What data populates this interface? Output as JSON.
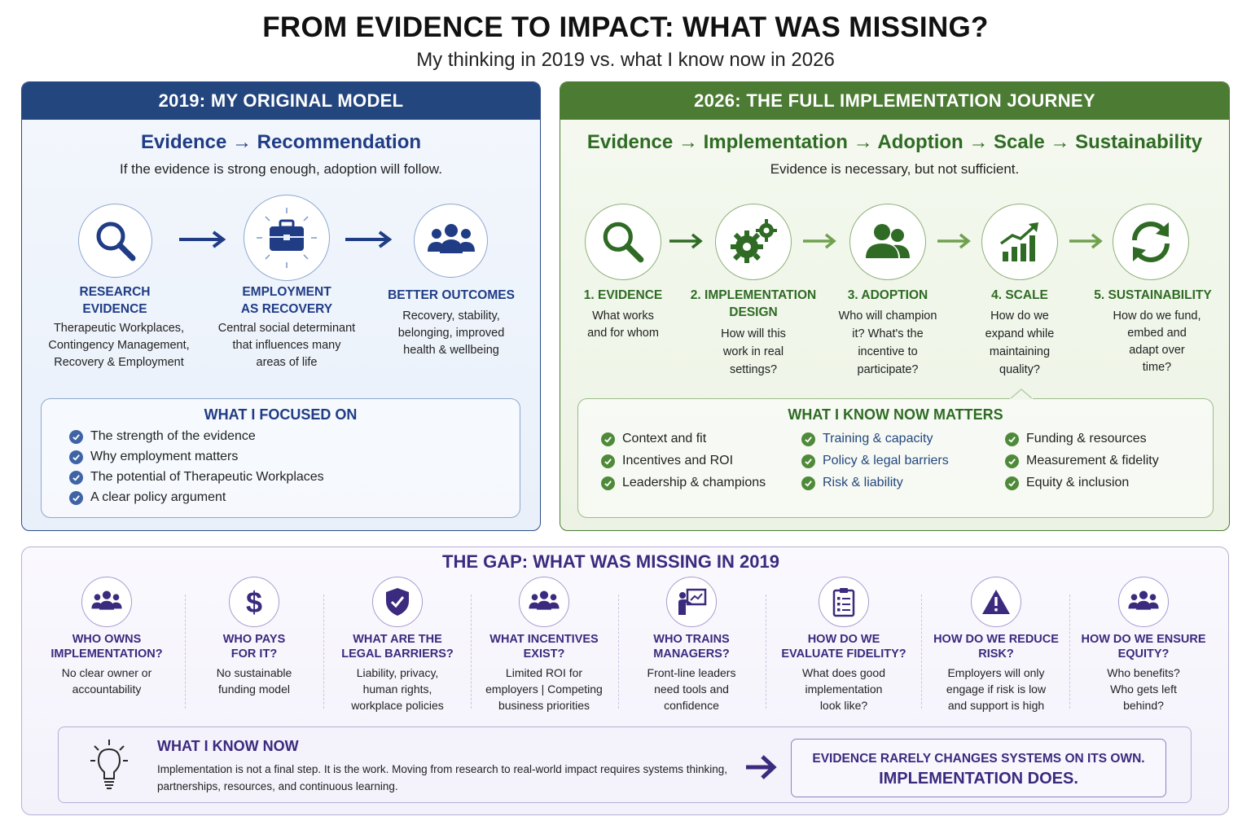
{
  "header": {
    "title": "FROM EVIDENCE TO IMPACT: WHAT WAS MISSING?",
    "subtitle": "My thinking in 2019 vs. what I know now in 2026"
  },
  "colors": {
    "blue_primary": "#24467f",
    "green_primary": "#4c7b34",
    "purple_primary": "#3b2a7e"
  },
  "left_panel": {
    "title": "2019: MY ORIGINAL MODEL",
    "flow": {
      "from": "Evidence",
      "arrow": "→",
      "to": "Recommendation"
    },
    "tagline": "If the evidence is strong enough, adoption will follow.",
    "stages": [
      {
        "icon": "magnifier-icon",
        "title_line1": "RESEARCH",
        "title_line2": "EVIDENCE",
        "desc_line1": "Therapeutic Workplaces,",
        "desc_line2": "Contingency Management,",
        "desc_line3": "Recovery & Employment"
      },
      {
        "icon": "briefcase-icon",
        "title_line1": "EMPLOYMENT",
        "title_line2": "AS RECOVERY",
        "desc_line1": "Central social determinant",
        "desc_line2": "that influences many",
        "desc_line3": "areas of life"
      },
      {
        "icon": "people-icon",
        "title_line1": "BETTER OUTCOMES",
        "desc_line1": "Recovery, stability,",
        "desc_line2": "belonging, improved",
        "desc_line3": "health & wellbeing"
      }
    ],
    "focus": {
      "title": "WHAT I FOCUSED ON",
      "items": [
        "The strength of the evidence",
        "Why employment matters",
        "The potential of Therapeutic Workplaces",
        "A clear policy argument"
      ]
    }
  },
  "right_panel": {
    "title": "2026: THE FULL IMPLEMENTATION JOURNEY",
    "flow": [
      "Evidence",
      "Implementation",
      "Adoption",
      "Scale",
      "Sustainability"
    ],
    "flow_arrow": "→",
    "tagline": "Evidence is necessary, but not sufficient.",
    "stages": [
      {
        "icon": "magnifier-icon",
        "title_line1": "1. EVIDENCE",
        "desc": [
          "What works",
          "and for whom"
        ]
      },
      {
        "icon": "gears-icon",
        "title_line1": "2. IMPLEMENTATION",
        "title_line2": "DESIGN",
        "desc": [
          "How will this",
          "work in real",
          "settings?"
        ]
      },
      {
        "icon": "people-icon",
        "title_line1": "3. ADOPTION",
        "desc": [
          "Who will champion",
          "it? What's the",
          "incentive to",
          "participate?"
        ]
      },
      {
        "icon": "growth-chart-icon",
        "title_line1": "4. SCALE",
        "desc": [
          "How do we",
          "expand while",
          "maintaining",
          "quality?"
        ]
      },
      {
        "icon": "cycle-arrows-icon",
        "title_line1": "5. SUSTAINABILITY",
        "desc": [
          "How do we fund,",
          "embed and",
          "adapt over",
          "time?"
        ]
      }
    ],
    "matters": {
      "title": "WHAT I KNOW NOW MATTERS",
      "col1": [
        "Context and fit",
        "Incentives and ROI",
        "Leadership & champions"
      ],
      "col2": [
        "Training & capacity",
        "Policy & legal barriers",
        "Risk & liability"
      ],
      "col3": [
        "Funding & resources",
        "Measurement & fidelity",
        "Equity & inclusion"
      ]
    }
  },
  "gap": {
    "title": "THE GAP: WHAT WAS MISSING IN 2019",
    "items": [
      {
        "icon": "group-icon",
        "q1": "WHO OWNS",
        "q2": "IMPLEMENTATION?",
        "a": [
          "No clear owner or",
          "accountability"
        ]
      },
      {
        "icon": "dollar-icon",
        "q1": "WHO PAYS",
        "q2": "FOR IT?",
        "a": [
          "No sustainable",
          "funding model"
        ]
      },
      {
        "icon": "shield-check-icon",
        "q1": "WHAT ARE THE",
        "q2": "LEGAL BARRIERS?",
        "a": [
          "Liability, privacy,",
          "human rights,",
          "workplace policies"
        ]
      },
      {
        "icon": "group-icon",
        "q1": "WHAT INCENTIVES",
        "q2": "EXIST?",
        "a": [
          "Limited ROI for",
          "employers | Competing",
          "business priorities"
        ]
      },
      {
        "icon": "presenter-board-icon",
        "q1": "WHO TRAINS",
        "q2": "MANAGERS?",
        "a": [
          "Front-line leaders",
          "need tools and",
          "confidence"
        ]
      },
      {
        "icon": "clipboard-checklist-icon",
        "q1": "HOW DO WE",
        "q2": "EVALUATE FIDELITY?",
        "a": [
          "What does good",
          "implementation",
          "look like?"
        ]
      },
      {
        "icon": "warning-icon",
        "q1": "HOW DO WE REDUCE",
        "q2": "RISK?",
        "a": [
          "Employers will only",
          "engage if risk is low",
          "and support is high"
        ]
      },
      {
        "icon": "group-icon",
        "q1": "HOW DO WE ENSURE",
        "q2": "EQUITY?",
        "a": [
          "Who benefits?",
          "Who gets left",
          "behind?"
        ]
      }
    ]
  },
  "know_now": {
    "title": "WHAT I KNOW NOW",
    "text_line1": "Implementation is not a final step. It is the work. Moving from research to real-world impact requires systems thinking,",
    "text_line2": "partnerships, resources, and continuous learning.",
    "key_line1": "EVIDENCE RARELY CHANGES SYSTEMS ON ITS OWN.",
    "key_line2": "IMPLEMENTATION DOES."
  }
}
